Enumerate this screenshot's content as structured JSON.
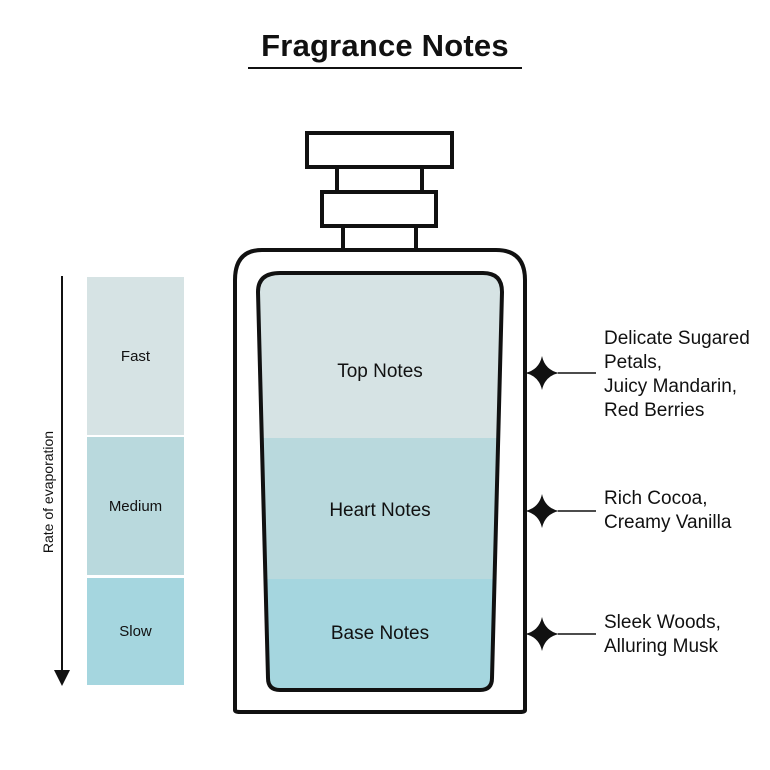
{
  "title": "Fragrance Notes",
  "axis_label": "Rate of evaporation",
  "scale": [
    "Fast",
    "Medium",
    "Slow"
  ],
  "layers": [
    "Top Notes",
    "Heart Notes",
    "Base Notes"
  ],
  "notes": [
    "Delicate Sugared\nPetals,\nJuicy Mandarin,\nRed Berries",
    "Rich Cocoa,\nCreamy Vanilla",
    "Sleek Woods,\nAlluring Musk"
  ],
  "colors": {
    "top": "#d6e3e4",
    "heart": "#b9d9dd",
    "base": "#a5d6df",
    "outline": "#111111"
  }
}
